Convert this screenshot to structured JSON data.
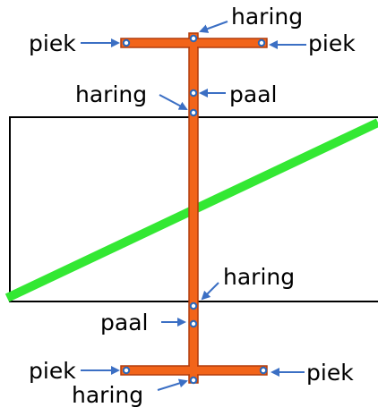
{
  "colors": {
    "bar_fill": "#f26419",
    "bar_stroke": "#b23c0c",
    "bolt": "#2a66b8",
    "arrow": "#3b6fc4",
    "diagonal": "#33e833",
    "frame": "#000000"
  },
  "labels": {
    "top_left_piek": "piek",
    "top_right_piek": "piek",
    "top_haring": "haring",
    "upper_haring": "haring",
    "upper_paal": "paal",
    "lower_haring": "haring",
    "lower_paal": "paal",
    "bottom_left_piek": "piek",
    "bottom_right_piek": "piek",
    "bottom_haring": "haring"
  }
}
